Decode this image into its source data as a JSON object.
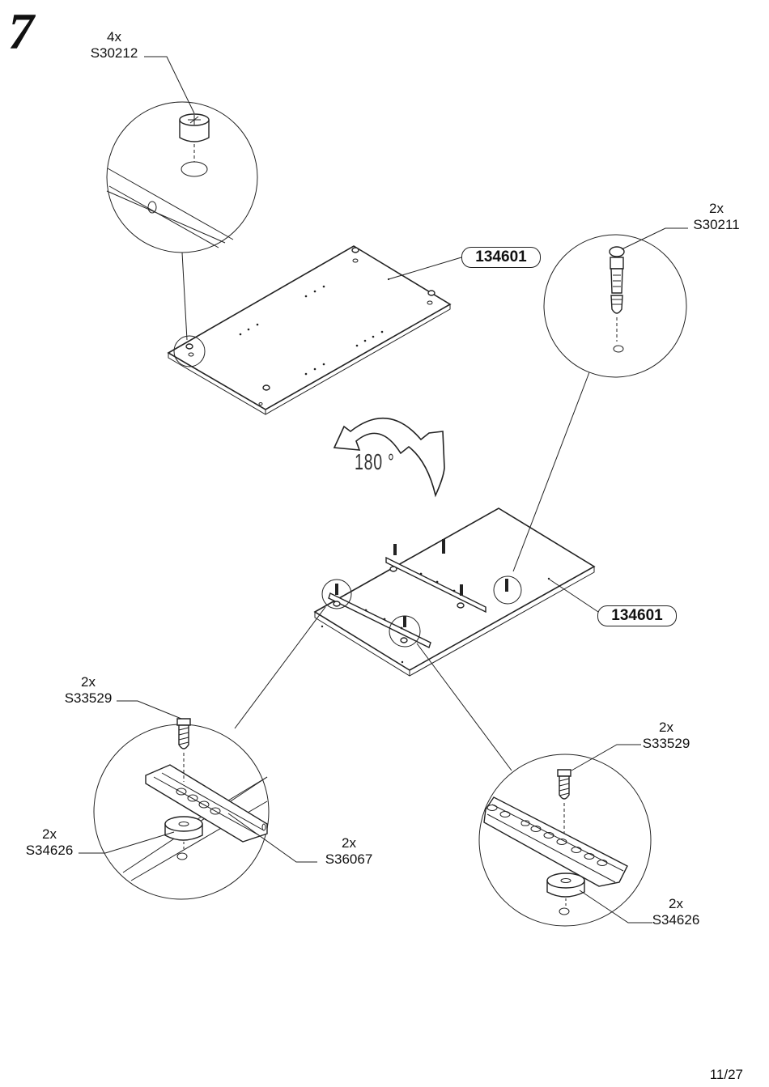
{
  "page": {
    "step_number": "7",
    "page_number": "11/27"
  },
  "rotation": {
    "label": "180 °"
  },
  "panels": [
    {
      "part_no": "134601"
    },
    {
      "part_no": "134601"
    }
  ],
  "callouts": {
    "cam_lock": {
      "qty": "4x",
      "code": "S30212"
    },
    "cam_dowel": {
      "qty": "2x",
      "code": "S30211"
    },
    "screw_left": {
      "qty": "2x",
      "code": "S33529"
    },
    "washer_left": {
      "qty": "2x",
      "code": "S34626"
    },
    "rail": {
      "qty": "2x",
      "code": "S36067"
    },
    "screw_right": {
      "qty": "2x",
      "code": "S33529"
    },
    "washer_right": {
      "qty": "2x",
      "code": "S34626"
    }
  }
}
